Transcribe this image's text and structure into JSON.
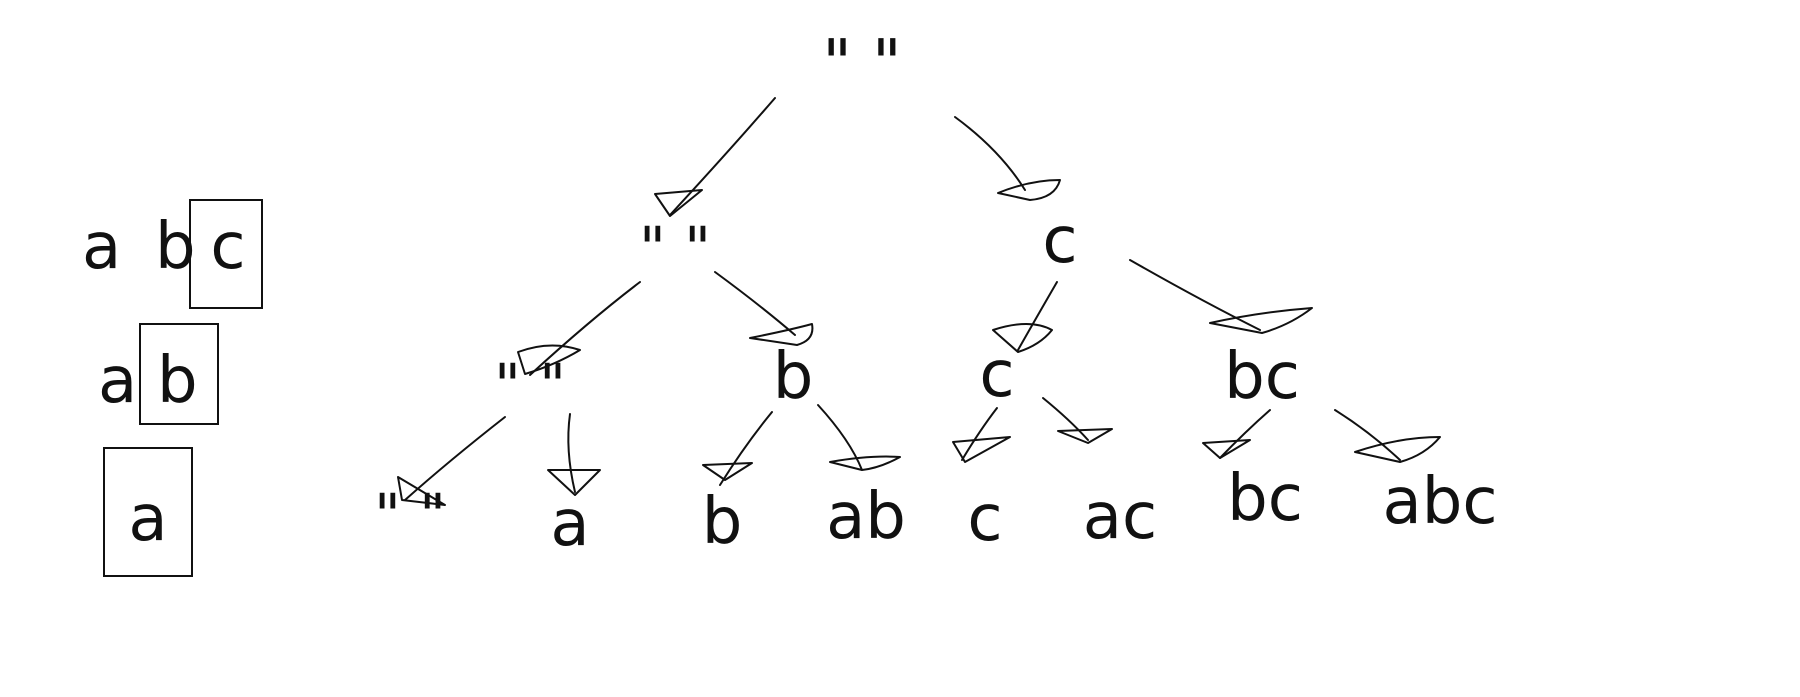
{
  "legend": {
    "rows": [
      {
        "letters": [
          "a",
          "b",
          "c"
        ],
        "boxed_from": 2
      },
      {
        "letters": [
          "a",
          "b"
        ],
        "boxed_from": 1
      },
      {
        "letters": [
          "a"
        ],
        "boxed_from": 0
      }
    ]
  },
  "tree": {
    "root": "\" \"",
    "level1": [
      "\" \"",
      "c"
    ],
    "level2": [
      "\" \"",
      "b",
      "c",
      "bc"
    ],
    "leaves": [
      "\" \"",
      "a",
      "b",
      "ab",
      "c",
      "ac",
      "bc",
      "abc"
    ]
  },
  "colors": {
    "ink": "#111111",
    "background": "#ffffff"
  }
}
